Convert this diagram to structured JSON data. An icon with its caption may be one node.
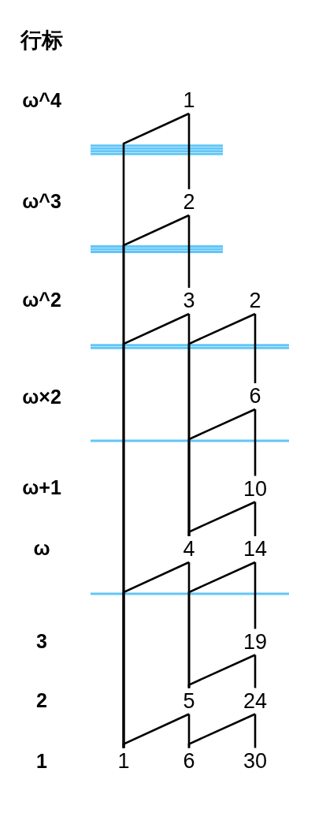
{
  "diagram": {
    "nodes": [
      {
        "text": [
          "1"
        ]
      },
      {
        "text": [
          "2"
        ]
      },
      {
        "text": [
          "3"
        ]
      },
      {
        "text": [
          "2"
        ]
      },
      {
        "text": [
          "6"
        ]
      },
      {
        "text": [
          "10"
        ]
      },
      {
        "text": [
          "4"
        ]
      },
      {
        "text": [
          "14"
        ]
      },
      {
        "text": [
          "19"
        ]
      },
      {
        "text": [
          "5"
        ]
      },
      {
        "text": [
          "24"
        ]
      },
      {
        "text": [
          "1"
        ]
      },
      {
        "text": [
          "6"
        ]
      },
      {
        "text": [
          "30"
        ]
      }
    ],
    "edges": [
      {
        "from": 0,
        "to": 1,
        "arrow": "none"
      },
      {
        "from": 0,
        "to": 11,
        "arrow": "none"
      },
      {
        "from": 1,
        "to": 2,
        "arrow": "none"
      },
      {
        "from": 1,
        "to": 11,
        "arrow": "none"
      },
      {
        "from": 2,
        "to": 6,
        "arrow": "none"
      },
      {
        "from": 2,
        "to": 11,
        "arrow": "none"
      },
      {
        "from": 3,
        "to": 4,
        "arrow": "none"
      },
      {
        "from": 3,
        "to": 6,
        "arrow": "none"
      },
      {
        "from": 4,
        "to": 5,
        "arrow": "none"
      },
      {
        "from": 4,
        "to": 6,
        "arrow": "none"
      },
      {
        "from": 5,
        "to": 7,
        "arrow": "none"
      },
      {
        "from": 5,
        "to": 6,
        "arrow": "none"
      },
      {
        "from": 6,
        "to": 9,
        "arrow": "none"
      },
      {
        "from": 6,
        "to": 11,
        "arrow": "none"
      },
      {
        "from": 7,
        "to": 8,
        "arrow": "none"
      },
      {
        "from": 7,
        "to": 9,
        "arrow": "none"
      },
      {
        "from": 8,
        "to": 10,
        "arrow": "none"
      },
      {
        "from": 8,
        "to": 9,
        "arrow": "none"
      },
      {
        "from": 9,
        "to": 12,
        "arrow": "none"
      },
      {
        "from": 9,
        "to": 11,
        "arrow": "none"
      },
      {
        "from": 10,
        "to": 13,
        "arrow": "none"
      },
      {
        "from": 10,
        "to": 12,
        "arrow": "none"
      }
    ],
    "labels": [
      "行标",
      "ω^4",
      "ω^3",
      "ω^2",
      "ω×2",
      "ω+1",
      "ω",
      "3",
      "2",
      "1"
    ]
  }
}
